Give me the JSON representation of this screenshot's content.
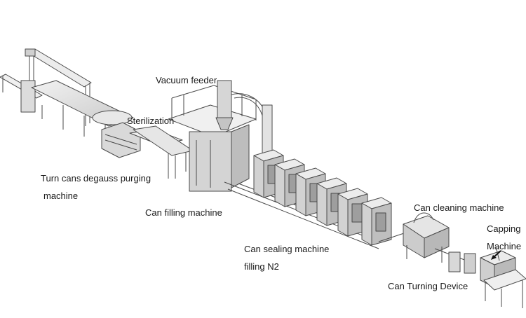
{
  "labels": {
    "vacuum_feeder": "Vacuum feeder",
    "sterilization": "Sterilization",
    "turn_cans_line1": "Turn cans degauss purging",
    "turn_cans_line2": "machine",
    "can_filling": "Can filling machine",
    "can_sealing_line1": "Can sealing machine",
    "can_sealing_line2": "filling N2",
    "can_cleaning": "Can cleaning machine",
    "capping_line1": "Capping",
    "capping_line2": "Machine",
    "can_turning": "Can Turning Device"
  },
  "colors": {
    "stroke": "#4a4a4a",
    "fill_light": "#e9e9e9",
    "fill_mid": "#cfcfcf",
    "fill_dark": "#9a9a9a",
    "text": "#1a1a1a"
  }
}
